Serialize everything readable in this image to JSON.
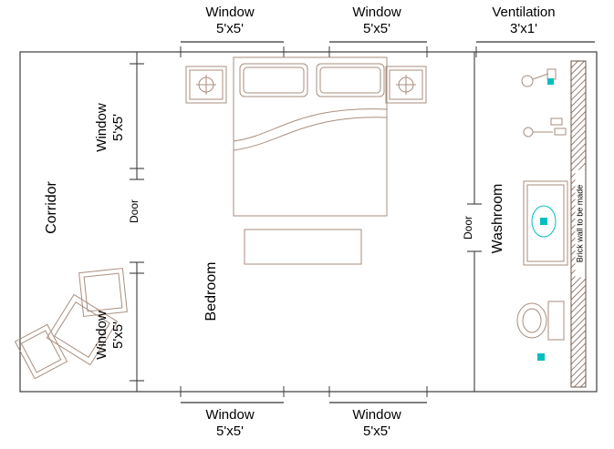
{
  "title": "Bedroom floor plan",
  "colors": {
    "wall_line": "#3c3c3c",
    "dimension_line": "#000000",
    "furniture_line": "#a98e7e",
    "accent_teal": "#00bfbf",
    "brick_hatch": "#7a5f4f",
    "text": "#000000"
  },
  "labels": {
    "top": [
      {
        "name": "Window",
        "size": "5'x5'"
      },
      {
        "name": "Window",
        "size": "5'x5'"
      },
      {
        "name": "Ventilation",
        "size": "3'x1'"
      }
    ],
    "bottom": [
      {
        "name": "Window",
        "size": "5'x5'"
      },
      {
        "name": "Window",
        "size": "5'x5'"
      }
    ],
    "left_wall": [
      {
        "name": "Window",
        "size": "5'x5'"
      },
      {
        "name": "Window",
        "size": "5'x5'"
      }
    ],
    "rooms": {
      "corridor": "Corridor",
      "bedroom": "Bedroom",
      "washroom": "Washroom"
    },
    "doors": {
      "left": "Door",
      "right": "Door"
    },
    "brick_note": "Brick wall to be made"
  }
}
